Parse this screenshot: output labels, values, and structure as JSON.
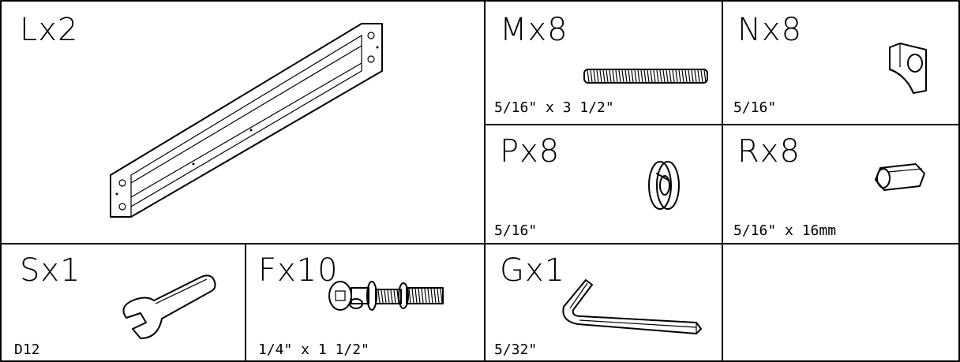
{
  "parts": [
    {
      "id": "L",
      "label": "Lx2",
      "spec": "",
      "icon": "rail-icon"
    },
    {
      "id": "M",
      "label": "Mx8",
      "spec": "5/16\" x 3 1/2\"",
      "icon": "threaded-rod-icon"
    },
    {
      "id": "N",
      "label": "Nx8",
      "spec": "5/16\"",
      "icon": "clip-nut-icon"
    },
    {
      "id": "P",
      "label": "Px8",
      "spec": "5/16\"",
      "icon": "lock-washer-icon"
    },
    {
      "id": "R",
      "label": "Rx8",
      "spec": "5/16\" x 16mm",
      "icon": "hex-nut-icon"
    },
    {
      "id": "S",
      "label": "Sx1",
      "spec": "D12",
      "icon": "wrench-icon"
    },
    {
      "id": "F",
      "label": "Fx10",
      "spec": "1/4\" x 1 1/2\"",
      "icon": "bolt-icon"
    },
    {
      "id": "G",
      "label": "Gx1",
      "spec": "5/32\"",
      "icon": "hex-key-icon"
    }
  ]
}
